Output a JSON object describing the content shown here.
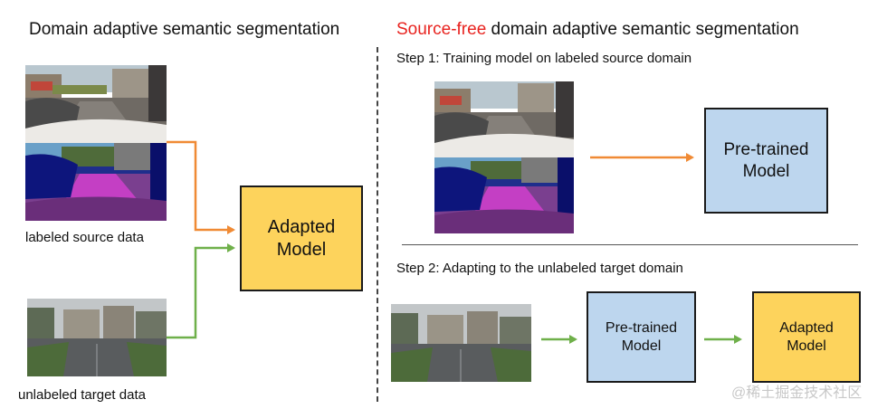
{
  "left": {
    "title": "Domain adaptive semantic segmentation",
    "source_caption": "labeled source data",
    "target_caption": "unlabeled target data",
    "adapted_box": [
      "Adapted",
      "Model"
    ]
  },
  "right": {
    "title_highlight": "Source-free",
    "title_rest": " domain adaptive semantic segmentation",
    "step1": "Step 1: Training model on labeled source domain",
    "step1_box": [
      "Pre-trained",
      "Model"
    ],
    "step2": "Step 2: Adapting to the unlabeled target domain",
    "step2_pretrained_box": [
      "Pre-trained",
      "Model"
    ],
    "step2_adapted_box": [
      "Adapted",
      "Model"
    ]
  },
  "watermark": "@稀土掘金技术社区",
  "colors": {
    "source_arrow": "#f08a34",
    "target_arrow": "#6fb04a",
    "adapted_fill": "#fdd35c",
    "pretrained_fill": "#bdd6ee",
    "highlight": "#e8231f"
  }
}
